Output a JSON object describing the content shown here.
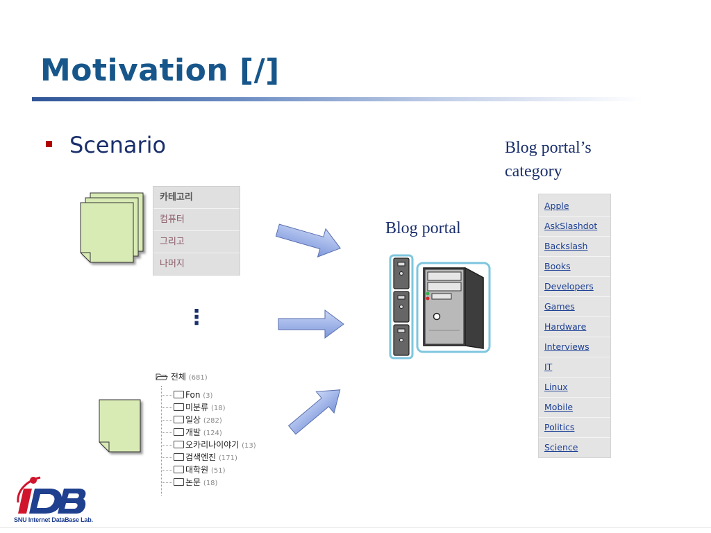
{
  "slide": {
    "title": "Motivation [/]",
    "bullet": "Scenario",
    "ellipsis": "⋮",
    "blog_portal_label": "Blog portal",
    "portal_category_label_line1": "Blog portal’s",
    "portal_category_label_line2": "category"
  },
  "korean_categories": [
    "카테고리",
    "컴퓨터",
    "그리고",
    "나머지"
  ],
  "folder_tree": {
    "root_label": "전체",
    "root_count": "(681)",
    "items": [
      {
        "label": "Fon",
        "count": "(3)"
      },
      {
        "label": "미분류",
        "count": "(18)"
      },
      {
        "label": "일상",
        "count": "(282)"
      },
      {
        "label": "개발",
        "count": "(124)"
      },
      {
        "label": "오카리나이야기",
        "count": "(13)"
      },
      {
        "label": "검색엔진",
        "count": "(171)"
      },
      {
        "label": "대학원",
        "count": "(51)"
      },
      {
        "label": "논문",
        "count": "(18)"
      }
    ]
  },
  "portal_categories": [
    "Apple",
    "AskSlashdot",
    "Backslash",
    "Books",
    "Developers",
    "Games",
    "Hardware",
    "Interviews",
    "IT",
    "Linux",
    "Mobile",
    "Politics",
    "Science"
  ],
  "logo": {
    "mark": "iDB",
    "subtitle": "SNU Internet DataBase Lab."
  },
  "colors": {
    "title": "#17568a",
    "bullet": "#b00000",
    "document_fill": "#d9ebb5",
    "arrow_fill": "#9db3e8",
    "logo_red": "#d0142c",
    "logo_blue": "#1f3f8f"
  }
}
